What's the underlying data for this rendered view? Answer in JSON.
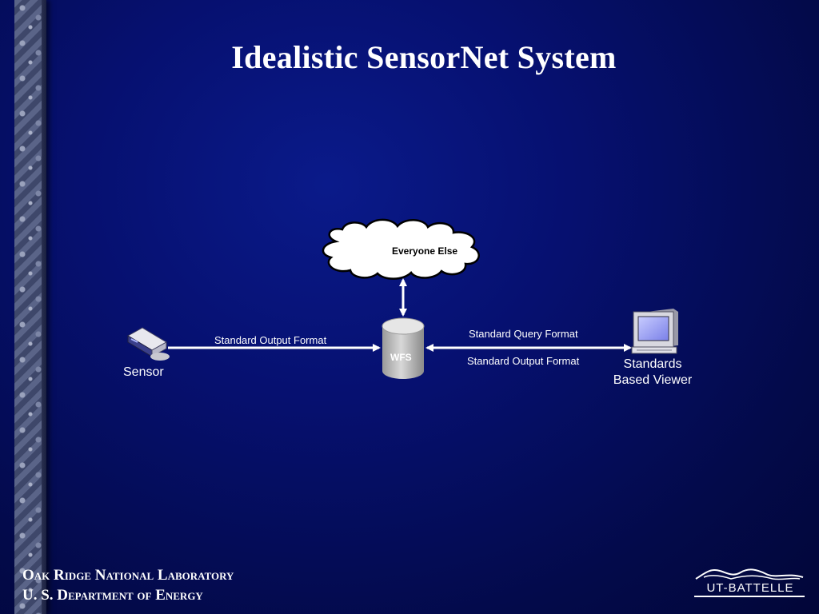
{
  "slide": {
    "title": "Idealistic SensorNet System"
  },
  "diagram": {
    "cloud_label": "Everyone Else",
    "database_label": "WFS",
    "sensor_label": "Sensor",
    "sensor_to_wfs_label": "Standard Output Format",
    "viewer_query_label": "Standard Query Format",
    "viewer_output_label": "Standard Output Format",
    "viewer_label_line1": "Standards",
    "viewer_label_line2": "Based Viewer"
  },
  "footer": {
    "org_line1": "Oak Ridge National Laboratory",
    "org_line2": "U. S. Department of Energy",
    "logo_text": "UT-BATTELLE"
  },
  "colors": {
    "background": "#061070",
    "text": "#ffffff",
    "arrow": "#ffffff",
    "database": "#c8c8c8",
    "cloud_fill": "#ffffff"
  }
}
